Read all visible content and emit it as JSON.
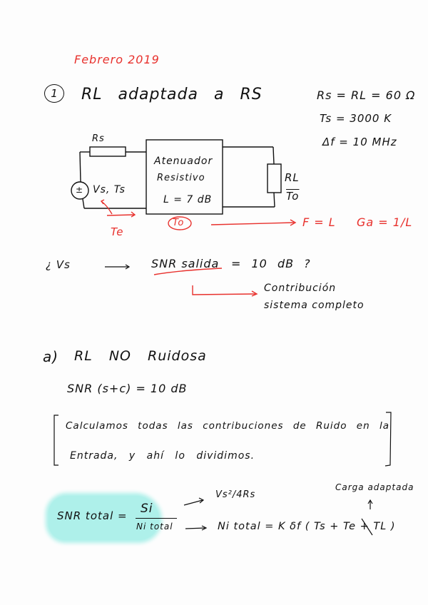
{
  "header": {
    "date": "Febrero 2019"
  },
  "problem": {
    "number": "1",
    "title": "RL adaptada a RS",
    "givens": [
      "Rs = RL = 60 Ω",
      "Ts = 3000 K",
      "Δf = 10 MHz"
    ]
  },
  "circuit": {
    "source_resistor": "Rs",
    "source_label": "Vs, Ts",
    "source_symbol": "±",
    "block_lines": [
      "Atenuador",
      "Resistivo",
      "L = 7 dB"
    ],
    "load_resistor": "RL",
    "load_temp": "To",
    "input_noise_label": "Te",
    "block_temp_label": "To",
    "result_f": "F = L",
    "result_g": "Ga = 1/L"
  },
  "question": {
    "prefix": "¿ Vs",
    "target": "SNR salida",
    "equals": "= 10 dB ?",
    "note_line1": "Contribución",
    "note_line2": "sistema completo"
  },
  "part_a": {
    "label": "a)",
    "title": "RL NO Ruidosa",
    "snr_eq": "SNR (s+c) = 10 dB",
    "bracket_line1": "Calculamos todas las contribuciones de Ruido en la",
    "bracket_line2": "Entrada, y ahí lo dividimos.",
    "formula_lhs": "SNR total =",
    "formula_num": "Si",
    "formula_den": "Ni total",
    "signal_expr": "Vs²/4Rs",
    "noise_expr": "Ni total = K δf ( Ts + Te + TL )",
    "crossed_term": "TL",
    "annotation": "Carga adaptada"
  }
}
